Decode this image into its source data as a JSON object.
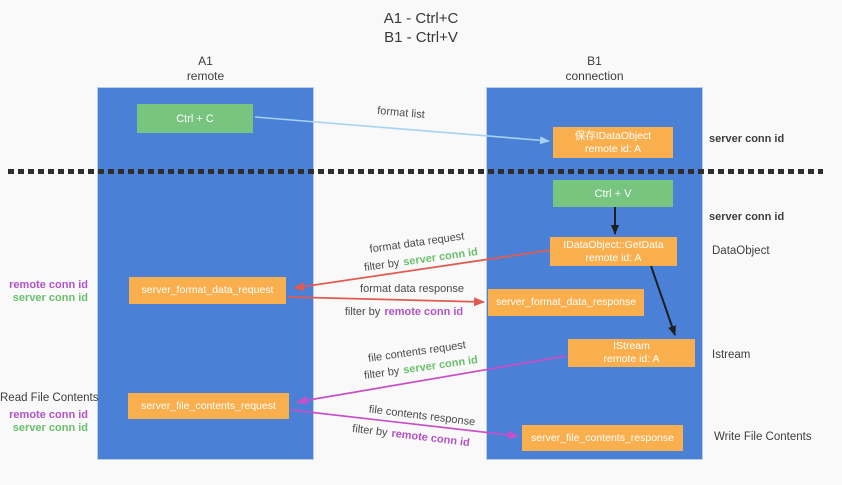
{
  "title": {
    "line1": "A1 - Ctrl+C",
    "line2": "B1 - Ctrl+V"
  },
  "columns": {
    "left": {
      "name": "A1",
      "role": "remote"
    },
    "right": {
      "name": "B1",
      "role": "connection"
    }
  },
  "nodes": {
    "ctrl_c": {
      "label": "Ctrl + C"
    },
    "save_idataobject": {
      "line1": "保存IDataObject",
      "line2": "remote id: A"
    },
    "ctrl_v": {
      "label": "Ctrl + V"
    },
    "getdata": {
      "line1": "IDataObject::GetData",
      "line2": "remote id: A"
    },
    "istream": {
      "line1": "IStream",
      "line2": "remote id: A"
    },
    "server_format_data_request": {
      "label": "server_format_data_request"
    },
    "server_format_data_response": {
      "label": "server_format_data_response"
    },
    "server_file_contents_request": {
      "label": "server_file_contents_request"
    },
    "server_file_contents_response": {
      "label": "server_file_contents_response"
    }
  },
  "arrow_labels": {
    "format_list": "format list",
    "format_data_request": "format data request",
    "format_data_response": "format data response",
    "file_contents_request": "file contents request",
    "file_contents_response": "file contents response",
    "filter_by": "filter by",
    "server_conn_id": "server conn id",
    "remote_conn_id": "remote conn id"
  },
  "side_labels": {
    "right": {
      "server_conn_id_1": "server conn id",
      "server_conn_id_2": "server conn id",
      "dataobject": "DataObject",
      "istream": "Istream",
      "write_file_contents": "Write File Contents"
    },
    "left": {
      "remote_conn_id_1": "remote conn id",
      "server_conn_id_1": "server conn id",
      "read_file_contents": "Read File Contents",
      "remote_conn_id_2": "remote conn id",
      "server_conn_id_2": "server conn id"
    }
  },
  "colors": {
    "column_blue": "#4a80d5",
    "node_green": "#77c57f",
    "node_orange": "#f9af4e",
    "arrow_lightblue": "#a6d3f2",
    "arrow_red": "#e25b52",
    "arrow_magenta": "#c94fc9",
    "arrow_black": "#1f1f1f",
    "text_green": "#6abf6e",
    "text_purple": "#b153c5"
  }
}
